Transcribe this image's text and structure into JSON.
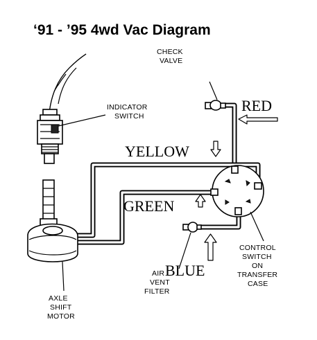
{
  "title": "‘91 - ’95 4wd Vac Diagram",
  "labels": {
    "check_valve": [
      "CHECK",
      "VALVE"
    ],
    "indicator_switch": [
      "INDICATOR",
      "SWITCH"
    ],
    "control_switch": [
      "CONTROL",
      "SWITCH",
      "ON",
      "TRANSFER",
      "CASE"
    ],
    "air_vent_filter": [
      "AIR",
      "VENT",
      "FILTER"
    ],
    "axle_shift_motor": [
      "AXLE",
      "SHIFT",
      "MOTOR"
    ]
  },
  "hose_colors": {
    "red": "RED",
    "yellow": "YELLOW",
    "green": "GREEN",
    "blue": "BLUE"
  }
}
